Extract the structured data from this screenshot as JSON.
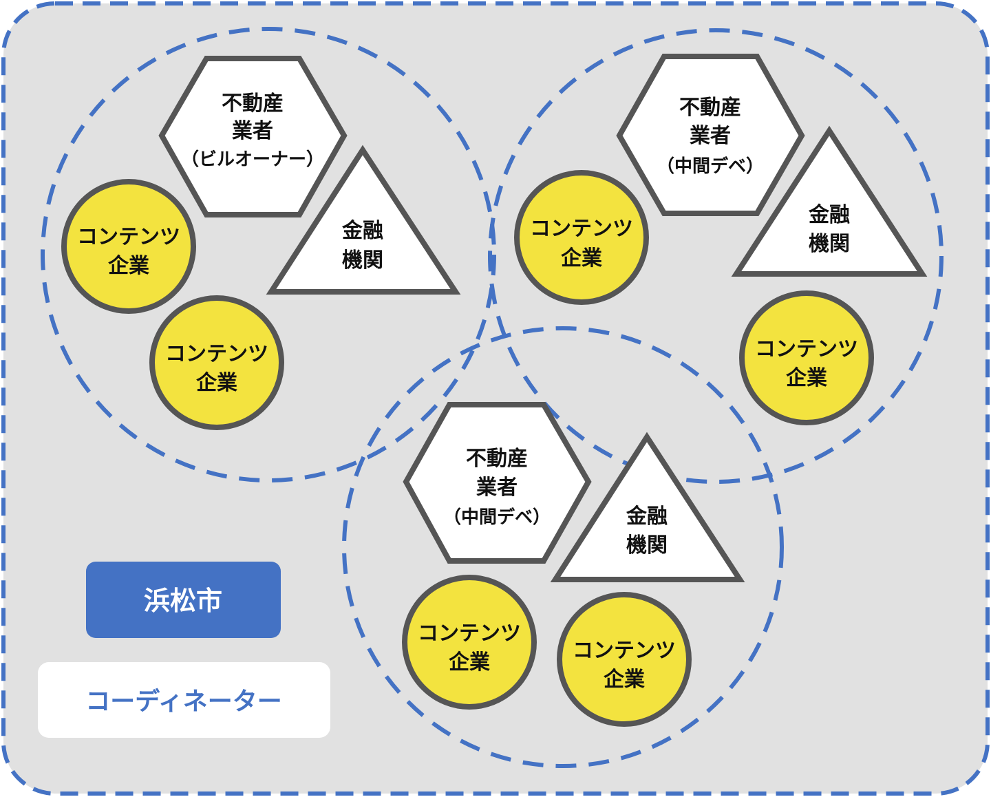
{
  "colors": {
    "accent": "#4472C4",
    "background": "#E1E1E1",
    "yellow": "#F3E33F",
    "stroke": "#555555"
  },
  "groups": [
    {
      "realestate": [
        "不動産",
        "業者",
        "（ビルオーナー）"
      ],
      "finance": [
        "金融",
        "機関"
      ],
      "contents": [
        [
          "コンテンツ",
          "企業"
        ],
        [
          "コンテンツ",
          "企業"
        ]
      ]
    },
    {
      "realestate": [
        "不動産",
        "業者",
        "（中間デベ）"
      ],
      "finance": [
        "金融",
        "機関"
      ],
      "contents": [
        [
          "コンテンツ",
          "企業"
        ],
        [
          "コンテンツ",
          "企業"
        ]
      ]
    },
    {
      "realestate": [
        "不動産",
        "業者",
        "（中間デベ）"
      ],
      "finance": [
        "金融",
        "機関"
      ],
      "contents": [
        [
          "コンテンツ",
          "企業"
        ],
        [
          "コンテンツ",
          "企業"
        ]
      ]
    }
  ],
  "city_label": "浜松市",
  "coordinator_label": "コーディネーター"
}
